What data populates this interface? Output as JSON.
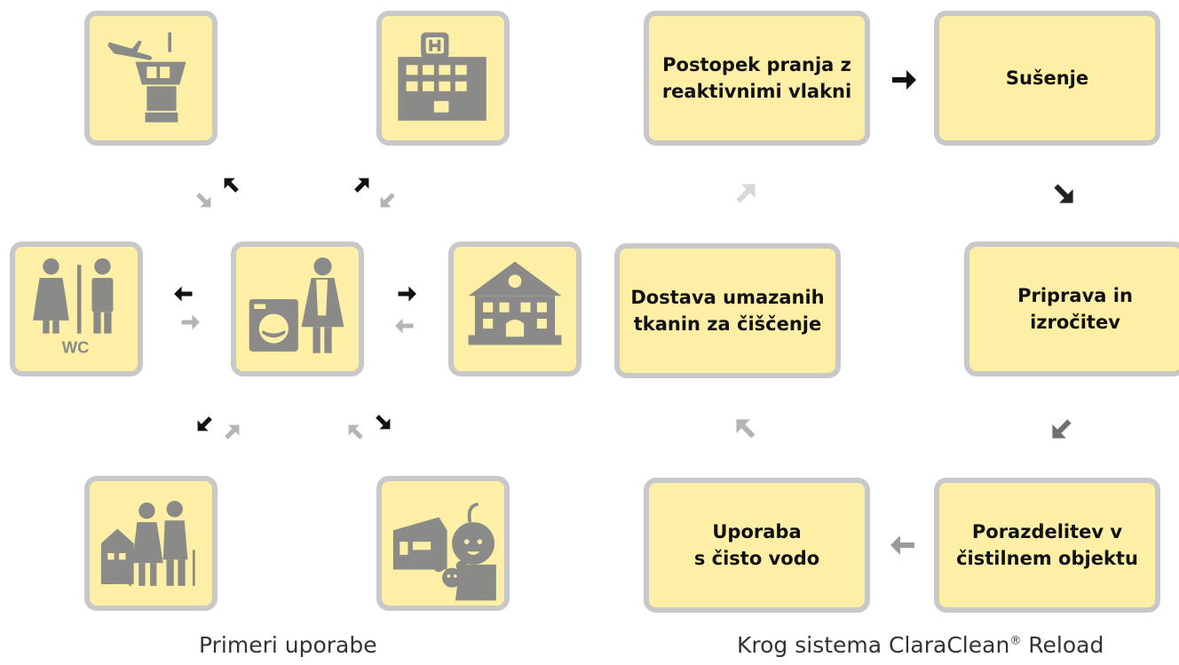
{
  "left_diagram": {
    "caption": "Primeri uporabe",
    "center_icon": "laundry-worker-icon",
    "destinations": [
      {
        "name": "airport",
        "icon": "airport-tower-icon"
      },
      {
        "name": "hospital",
        "icon": "hospital-icon"
      },
      {
        "name": "restroom",
        "icon": "restroom-icon",
        "label": "WC"
      },
      {
        "name": "school",
        "icon": "school-building-icon"
      },
      {
        "name": "elderly-care",
        "icon": "elderly-couple-icon"
      },
      {
        "name": "kindergarten",
        "icon": "kindergarten-child-icon"
      }
    ]
  },
  "right_diagram": {
    "caption_main": "Krog sistema ClaraClean",
    "caption_mark": "®",
    "caption_suffix": " Reload",
    "steps": {
      "washing": "Postopek pranja z\nreaktivnimi vlakni",
      "drying": "Sušenje",
      "delivery": "Dostava umazanih\ntkanin za čiščenje",
      "preparation": "Priprava in\nizročitev",
      "usage": "Uporaba\ns čisto vodo",
      "distribution": "Porazdelitev v\nčistilnem objektu"
    }
  },
  "colors": {
    "tile_fill": "#fdf0a6",
    "tile_border": "#c8c8c8",
    "icon_gray": "#8a8a88",
    "arrow_dark": "#111111",
    "arrow_light": "#b4b4b4",
    "arrow_faint": "#d8d8d8"
  }
}
